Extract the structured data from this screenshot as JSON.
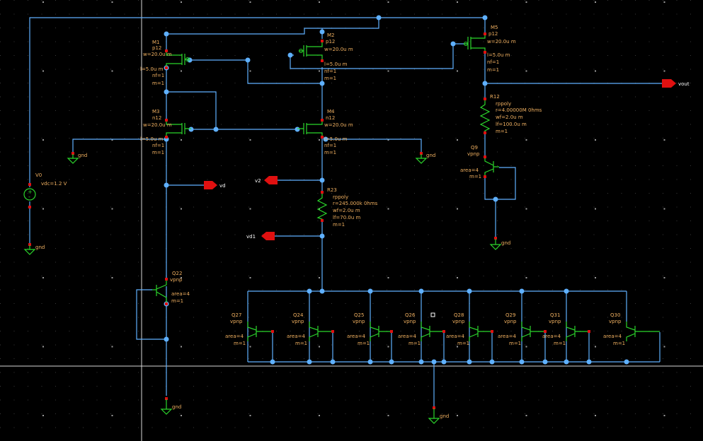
{
  "schematic": {
    "colors": {
      "background": "#000000",
      "wire": "#5fb0ff",
      "device": "#2bd52b",
      "pin": "#e01010",
      "label": "#f0b060"
    },
    "pmos": [
      {
        "name": "M1",
        "model": "p12",
        "w": "w=20.0u m",
        "l": "l=5.0u m",
        "nf": "nf=1",
        "m": "m=1"
      },
      {
        "name": "M2",
        "model": "p12",
        "w": "w=20.0u m",
        "l": "l=5.0u m",
        "nf": "nf=1",
        "m": "m=1"
      },
      {
        "name": "M5",
        "model": "p12",
        "w": "w=20.0u m",
        "l": "l=5.0u m",
        "nf": "nf=1",
        "m": "m=1"
      }
    ],
    "nmos": [
      {
        "name": "M3",
        "model": "n12",
        "w": "w=20.0u m",
        "l": "l=5.0u m",
        "nf": "nf=1",
        "m": "m=1"
      },
      {
        "name": "M4",
        "model": "n12",
        "w": "w=20.0u m",
        "l": "l=5.0u m",
        "nf": "nf=1",
        "m": "m=1"
      }
    ],
    "resistors": [
      {
        "name": "R12",
        "model": "rppoly",
        "r": "r=4.00000M 0hms",
        "wf": "wf=2.0u m",
        "lf": "lf=100.0u m",
        "m": "m=1"
      },
      {
        "name": "R23",
        "model": "rppoly",
        "r": "r=245.000k 0hms",
        "wf": "wf=2.0u m",
        "lf": "lf=70.0u m",
        "m": "m=1"
      }
    ],
    "source": {
      "name": "V0",
      "value": "vdc=1.2 V"
    },
    "bjt_single": [
      {
        "name": "Q22",
        "model": "vpnp",
        "area": "area=4",
        "m": "m=1"
      },
      {
        "name": "Q9",
        "model": "vpnp",
        "area": "area=4",
        "m": "m=1"
      }
    ],
    "bjt_array": [
      {
        "name": "Q27",
        "model": "vpnp",
        "area": "area=4",
        "m": "m=1"
      },
      {
        "name": "Q24",
        "model": "vpnp",
        "area": "area=4",
        "m": "m=1"
      },
      {
        "name": "Q25",
        "model": "vpnp",
        "area": "area=4",
        "m": "m=1"
      },
      {
        "name": "Q26",
        "model": "vpnp",
        "area": "area=4",
        "m": "m=1"
      },
      {
        "name": "Q28",
        "model": "vpnp",
        "area": "area=4",
        "m": "m=1"
      },
      {
        "name": "Q29",
        "model": "vpnp",
        "area": "area=4",
        "m": "m=1"
      },
      {
        "name": "Q31",
        "model": "vpnp",
        "area": "area=4",
        "m": "m=1"
      },
      {
        "name": "Q30",
        "model": "vpnp",
        "area": "area=4",
        "m": "m=1"
      }
    ],
    "ports": {
      "vout": "vout",
      "vd": "vd",
      "v2": "v2",
      "vd1": "vd1"
    },
    "gnd_label": "gnd"
  }
}
